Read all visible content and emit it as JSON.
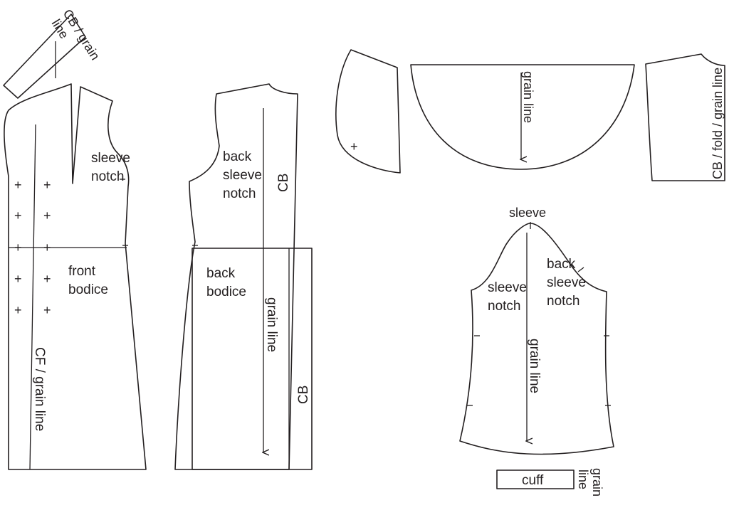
{
  "labels": {
    "collar_cb_line1": "CB / grain",
    "collar_cb_line2": "line",
    "front_sleeve_notch_1": "sleeve",
    "front_sleeve_notch_2": "notch",
    "front_bodice_1": "front",
    "front_bodice_2": "bodice",
    "cf_grain": "CF / grain line",
    "back_sleeve_notch_1": "back",
    "back_sleeve_notch_2": "sleeve",
    "back_sleeve_notch_3": "notch",
    "back_cb_upper": "CB",
    "back_bodice_1": "back",
    "back_bodice_2": "bodice",
    "back_grain": "grain line",
    "back_cb_lower": "CB",
    "circle_grain": "grain line",
    "right_piece_grain": "CB / fold / grain line",
    "sleeve_top": "sleeve",
    "sleeve_front_notch_1": "sleeve",
    "sleeve_front_notch_2": "notch",
    "sleeve_back_notch_1": "back",
    "sleeve_back_notch_2": "sleeve",
    "sleeve_back_notch_3": "notch",
    "sleeve_grain": "grain line",
    "cuff": "cuff",
    "cuff_grain_1": "grain",
    "cuff_grain_2": "line"
  },
  "button_mark": "+"
}
